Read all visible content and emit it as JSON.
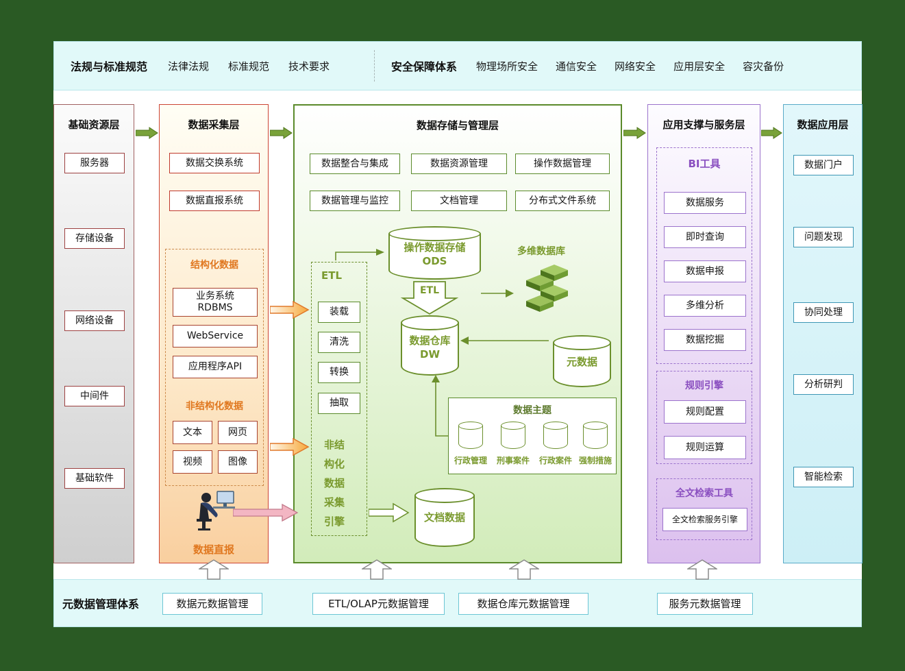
{
  "palette": {
    "page_background": "#2a5a24",
    "bar_background": "#e1f9f9",
    "green_accent": "#7a9a2e",
    "orange_accent": "#e07820",
    "purple_accent": "#8a4fc0",
    "red_border": "#c0392b",
    "green_border": "#5a8a2a",
    "purple_border": "#9b72cc",
    "blue_border": "#3d96b4"
  },
  "top_bar": {
    "left_title": "法规与标准规范",
    "left_items": [
      "法律法规",
      "标准规范",
      "技术要求"
    ],
    "right_title": "安全保障体系",
    "right_items": [
      "物理场所安全",
      "通信安全",
      "网络安全",
      "应用层安全",
      "容灾备份"
    ]
  },
  "layers": {
    "resources": {
      "title": "基础资源层",
      "items": [
        "服务器",
        "存储设备",
        "网络设备",
        "中间件",
        "基础软件"
      ]
    },
    "collection": {
      "title": "数据采集层",
      "systems": [
        "数据交换系统",
        "数据直报系统"
      ],
      "structured_title": "结构化数据",
      "structured_items": [
        "业务系统\nRDBMS",
        "WebService",
        "应用程序API"
      ],
      "unstructured_title": "非结构化数据",
      "unstructured_items": [
        "文本",
        "网页",
        "视频",
        "图像"
      ],
      "direct_report": "数据直报"
    },
    "storage": {
      "title": "数据存储与管理层",
      "top_boxes": [
        "数据整合与集成",
        "数据资源管理",
        "操作数据管理",
        "数据管理与监控",
        "文档管理",
        "分布式文件系统"
      ],
      "ods": "操作数据存储\nODS",
      "etl_title": "ETL",
      "etl_steps": [
        "装载",
        "清洗",
        "转换",
        "抽取"
      ],
      "unstructured_engine": "非结\n构化\n数据\n采集\n引擎",
      "etl_arrow_label": "ETL",
      "dw": "数据仓库\nDW",
      "multidim_db": "多维数据库",
      "metadata": "元数据",
      "subjects_title": "数据主题",
      "subjects": [
        "行政管理",
        "刑事案件",
        "行政案件",
        "强制措施"
      ],
      "doc_data": "文档数据"
    },
    "services": {
      "title": "应用支撑与服务层",
      "bi_title": "BI工具",
      "bi_items": [
        "数据服务",
        "即时查询",
        "数据申报",
        "多维分析",
        "数据挖掘"
      ],
      "rules_title": "规则引擎",
      "rules_items": [
        "规则配置",
        "规则运算"
      ],
      "fulltext_title": "全文检索工具",
      "fulltext_items": [
        "全文检索服务引擎"
      ]
    },
    "application": {
      "title": "数据应用层",
      "items": [
        "数据门户",
        "问题发现",
        "协同处理",
        "分析研判",
        "智能检索"
      ]
    }
  },
  "bottom_bar": {
    "title": "元数据管理体系",
    "items": [
      "数据元数据管理",
      "ETL/OLAP元数据管理",
      "数据仓库元数据管理",
      "服务元数据管理"
    ]
  }
}
